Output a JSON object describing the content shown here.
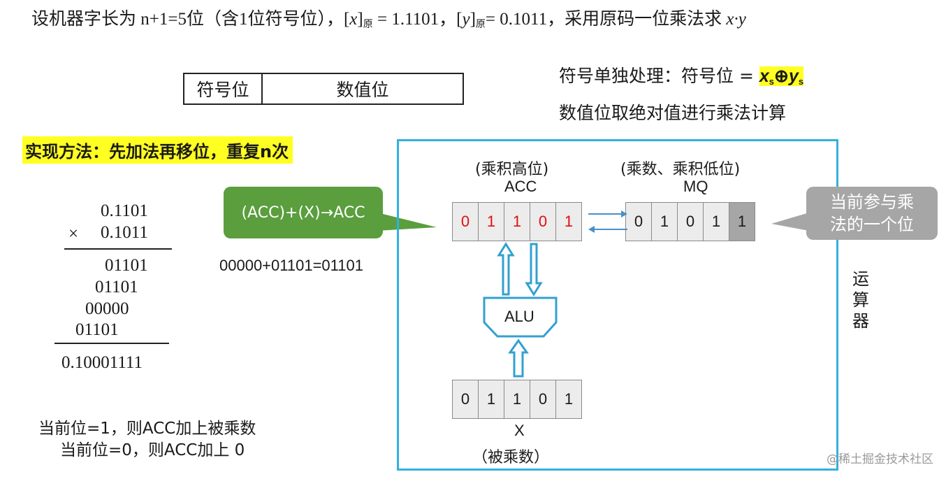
{
  "title": {
    "prefix": "设机器字长为 n+1=5位（含1位符号位），",
    "x_br": "[",
    "x_var": "x",
    "x_br2": "]",
    "x_sub": "原",
    "x_val": " = 1.1101，",
    "y_br": "[",
    "y_var": "y",
    "y_br2": "]",
    "y_sub": "原",
    "y_val": "= 0.1011，",
    "suffix": "采用原码一位乘法求 ",
    "expr": "x·y"
  },
  "field_table": {
    "sign_label": "符号位",
    "value_label": "数值位"
  },
  "sign_note": {
    "text": "符号单独处理：符号位 = ",
    "xs": "x",
    "xs_sub": "s",
    "op": "⊕",
    "ys": "y",
    "ys_sub": "s"
  },
  "value_note": "数值位取绝对值进行乘法计算",
  "method": "实现方法：先加法再移位，重复n次",
  "calculation": {
    "multiplicand": "0.1101",
    "times": "×",
    "multiplier": "0.1011",
    "partials": [
      "01101",
      "01101",
      "00000",
      "01101"
    ],
    "result": "0.10001111"
  },
  "acc_tip": "(ACC)+(X)→ACC",
  "acc_equation": "00000+01101=01101",
  "rules": {
    "line1": "当前位=1，则ACC加上被乘数",
    "line2": "当前位=0，则ACC加上 0"
  },
  "acc": {
    "caption": "(乘积高位)",
    "name": "ACC",
    "bits": [
      "0",
      "1",
      "1",
      "0",
      "1"
    ]
  },
  "mq": {
    "caption": "(乘数、乘积低位)",
    "name": "MQ",
    "bits": [
      "0",
      "1",
      "0",
      "1",
      "1"
    ]
  },
  "mq_tip": {
    "line1": "当前参与乘",
    "line2": "法的一个位"
  },
  "alu_label": "ALU",
  "x_reg": {
    "bits": [
      "0",
      "1",
      "1",
      "0",
      "1"
    ],
    "name": "X",
    "caption": "（被乘数）"
  },
  "unit_label": [
    "运",
    "算",
    "器"
  ],
  "watermark": "@稀土掘金技术社区",
  "colors": {
    "highlight": "#ffff22",
    "frame": "#33b0e0",
    "acc_tip": "#5a9e3e",
    "mq_tip": "#a6a6a6",
    "acc_bits": "#e01010"
  }
}
